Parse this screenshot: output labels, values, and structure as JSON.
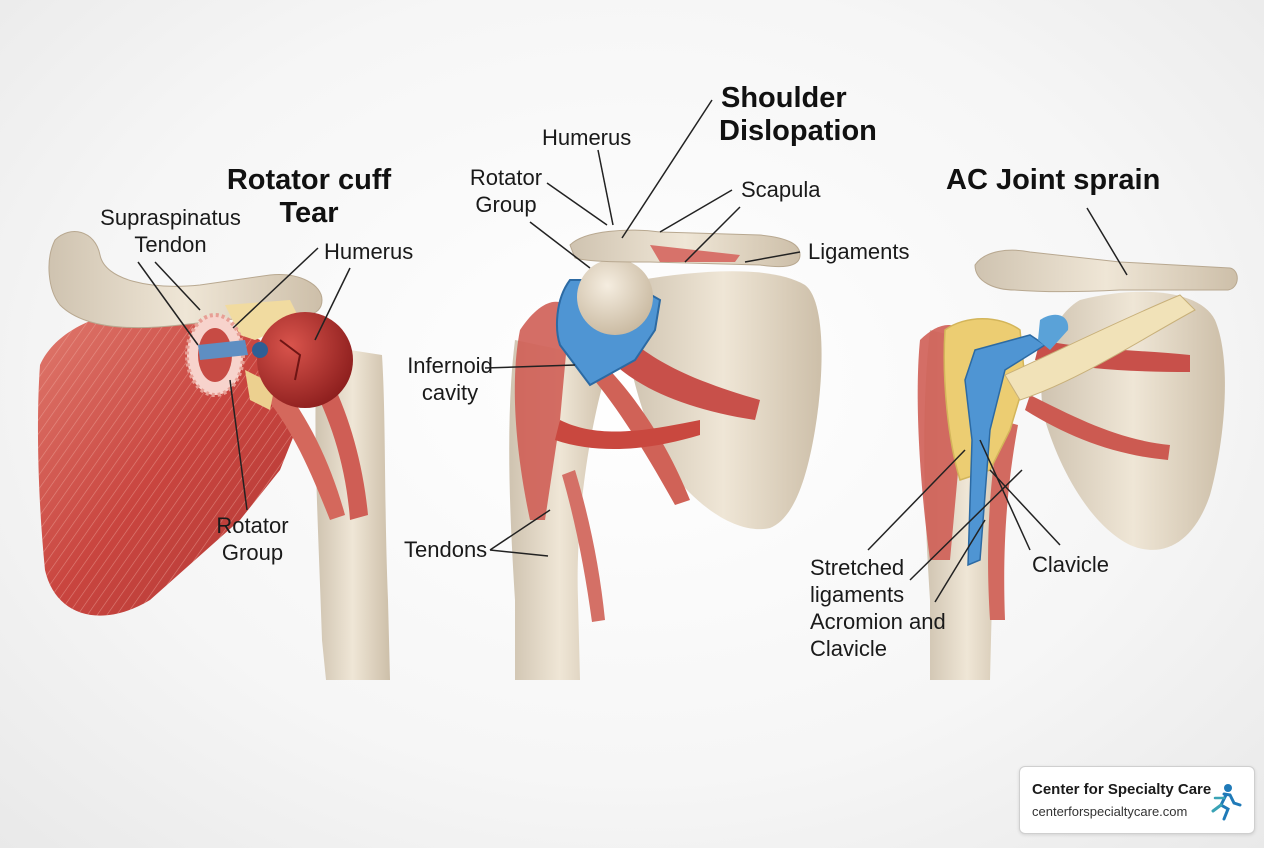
{
  "panels": {
    "rotator": {
      "title_line1": "Rotator cuff",
      "title_line2": "Tear",
      "labels": {
        "supraspinatus_line1": "Supraspinatus",
        "supraspinatus_line2": "Tendon",
        "humerus": "Humerus",
        "rotator_group_line1": "Rotator",
        "rotator_group_line2": "Group"
      }
    },
    "dislocation": {
      "title_line1": "Shoulder",
      "title_line2": "Dislopation",
      "labels": {
        "humerus": "Humerus",
        "rotator_group_line1": "Rotator",
        "rotator_group_line2": "Group",
        "scapula": "Scapula",
        "ligaments": "Ligaments",
        "infernoid_line1": "Infernoid",
        "infernoid_line2": "cavity",
        "tendons": "Tendons"
      }
    },
    "ac_joint": {
      "title": "AC Joint sprain",
      "labels": {
        "stretched_line1": "Stretched",
        "stretched_line2": "ligaments",
        "acromion_line1": "Acromion and",
        "acromion_line2": "Clavicle",
        "clavicle": "Clavicle"
      }
    }
  },
  "brand": {
    "name": "Center for Specialty Care",
    "url": "centerforspecialtycare.com",
    "logo_icon": "runner-logo-icon"
  },
  "colors": {
    "bone": "#e8ddcb",
    "muscle": "#c8504a",
    "cartilage": "#5aa2d8",
    "tendon": "#f1e2b8"
  }
}
